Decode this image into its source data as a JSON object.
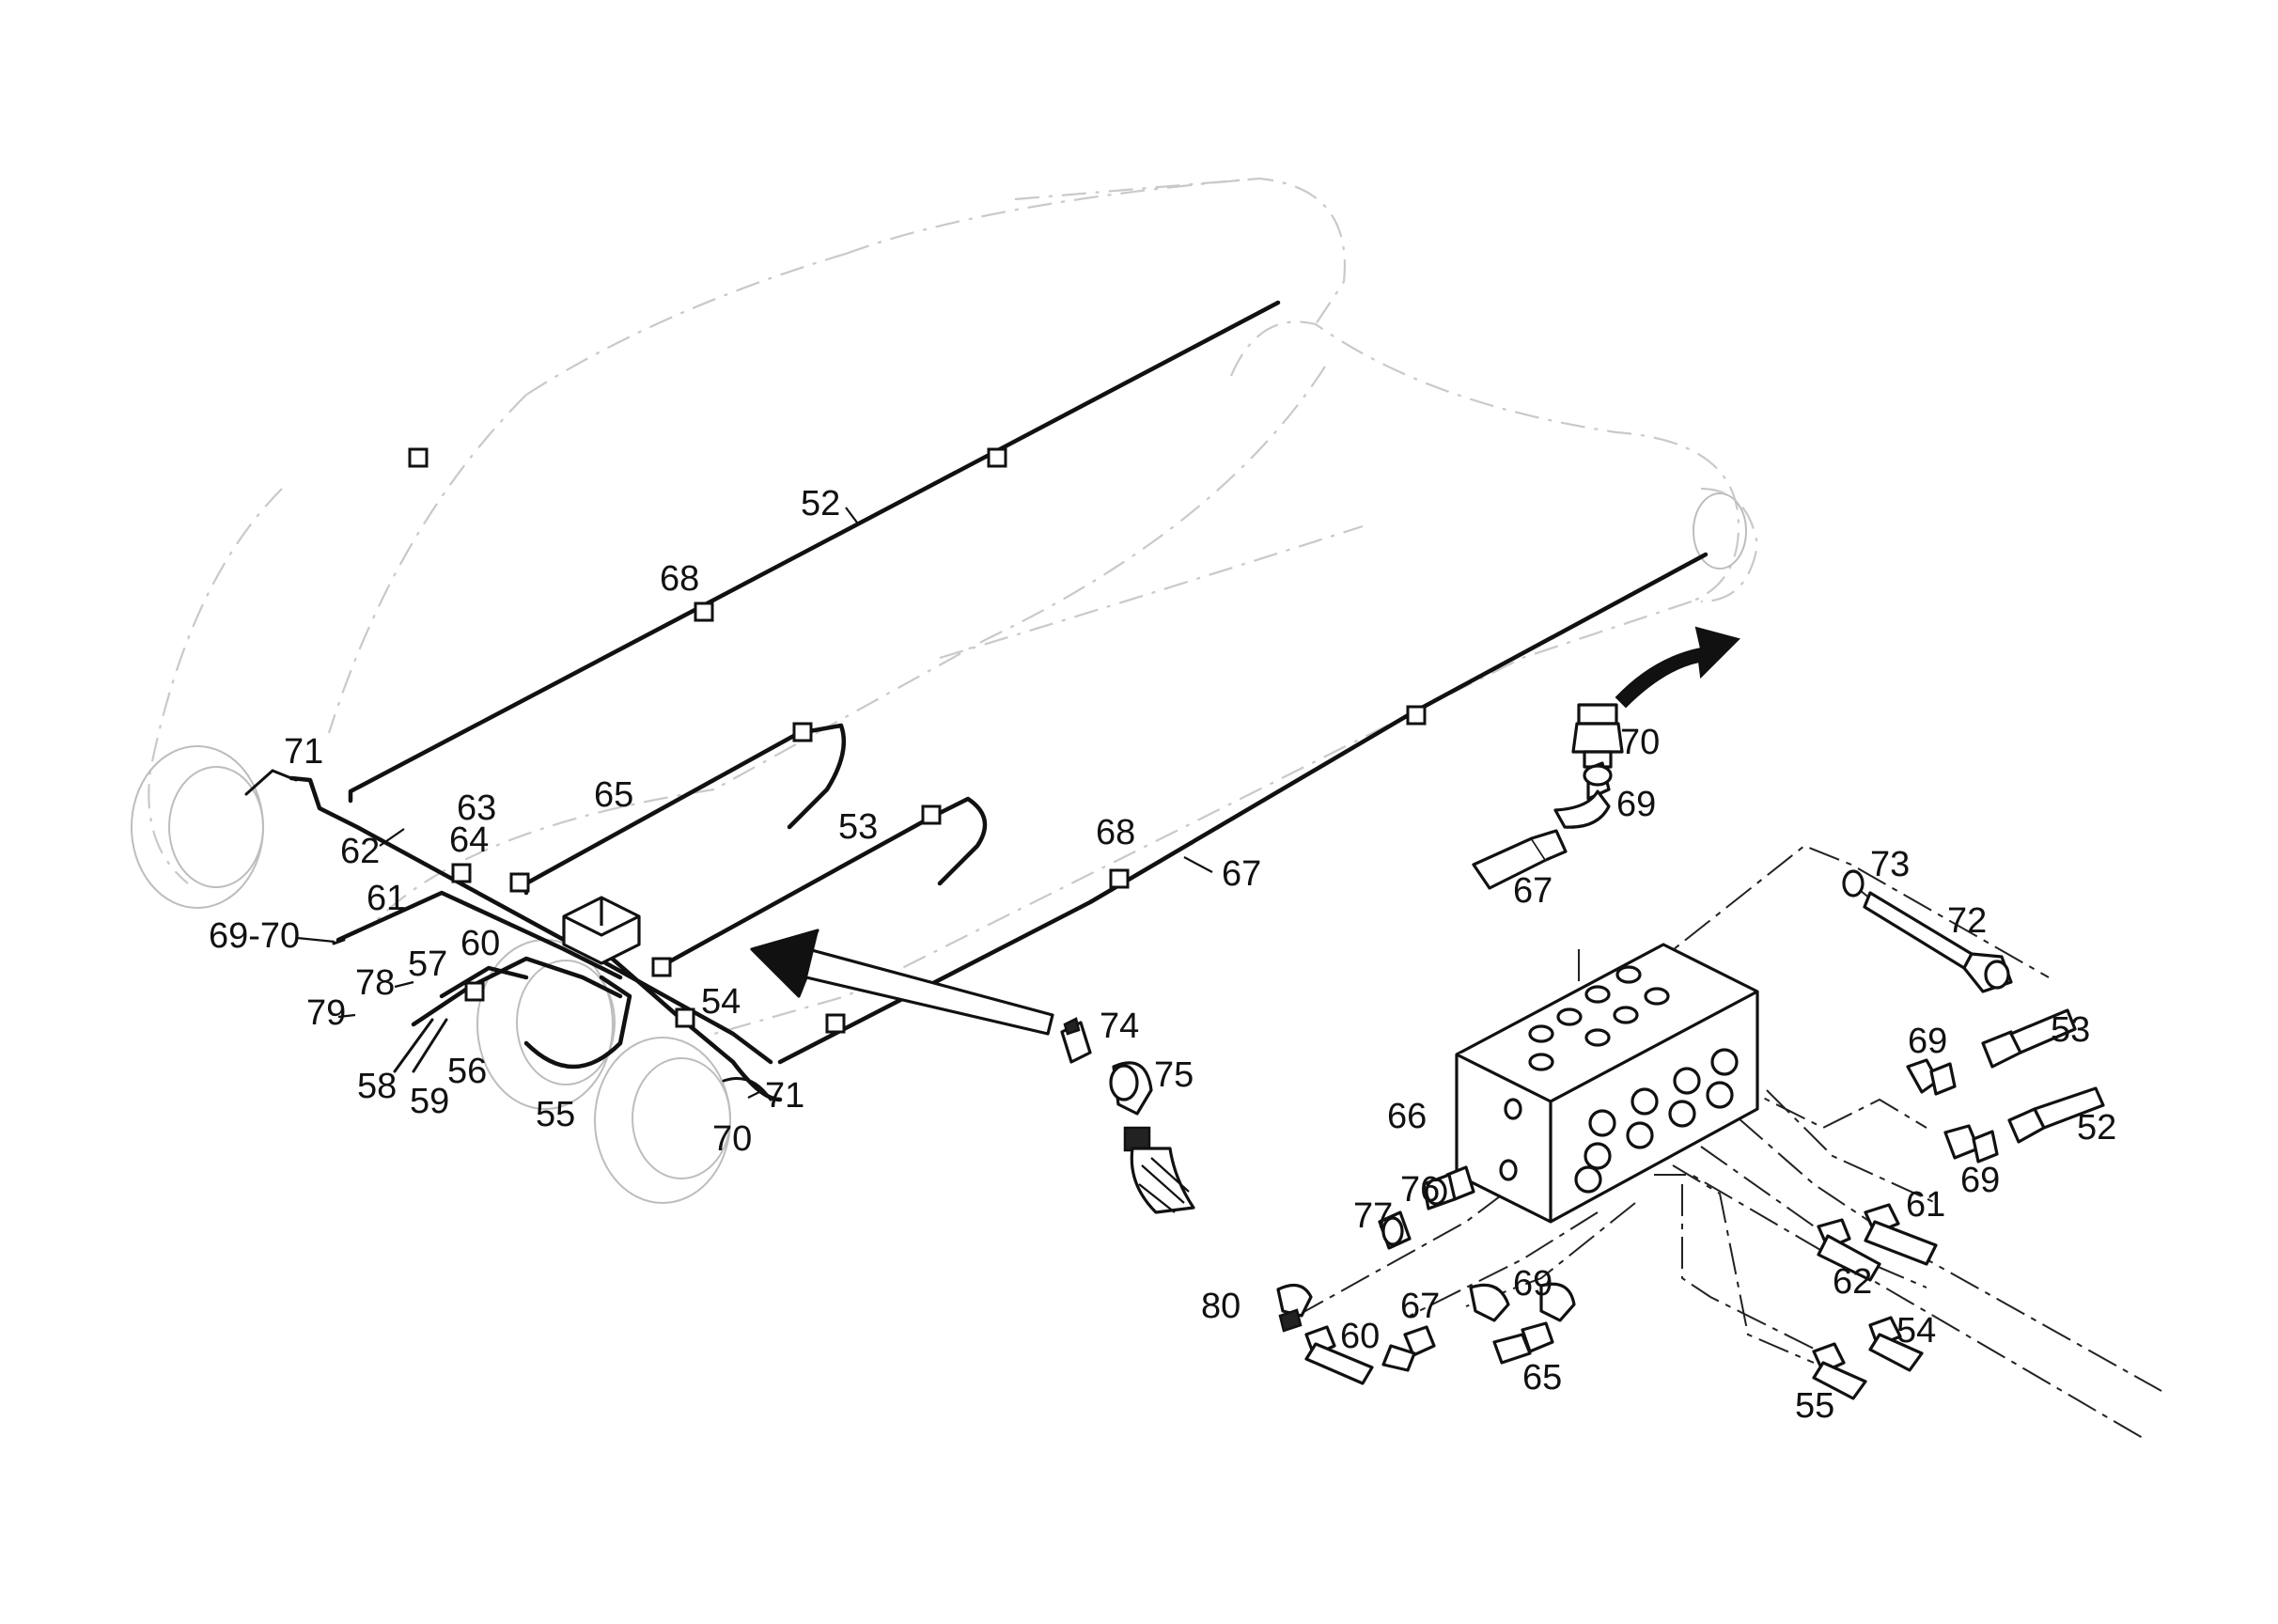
{
  "labels": {
    "l52": "52",
    "l53": "53",
    "l54a": "54",
    "l54b": "54",
    "l55a": "55",
    "l55b": "55",
    "l56": "56",
    "l57": "57",
    "l58": "58",
    "l59": "59",
    "l60a": "60",
    "l60b": "60",
    "l61a": "61",
    "l61b": "61",
    "l62a": "62",
    "l62b": "62",
    "l63": "63",
    "l64": "64",
    "l65a": "65",
    "l65b": "65",
    "l66": "66",
    "l67a": "67",
    "l67b": "67",
    "l67c": "67",
    "l68a": "68",
    "l68b": "68",
    "l69a": "69",
    "l69b": "69",
    "l69c": "69",
    "l69d": "69",
    "l6970": "69-70",
    "l70a": "70",
    "l70b": "70",
    "l71a": "71",
    "l71b": "71",
    "l72": "72",
    "l73": "73",
    "l74": "74",
    "l75": "75",
    "l76": "76",
    "l77": "77",
    "l78": "78",
    "l79": "79",
    "l80": "80",
    "l52b": "52",
    "l53b": "53"
  },
  "colors": {
    "ink": "#111111",
    "ghost": "#c9c9c9",
    "paper": "#ffffff"
  }
}
